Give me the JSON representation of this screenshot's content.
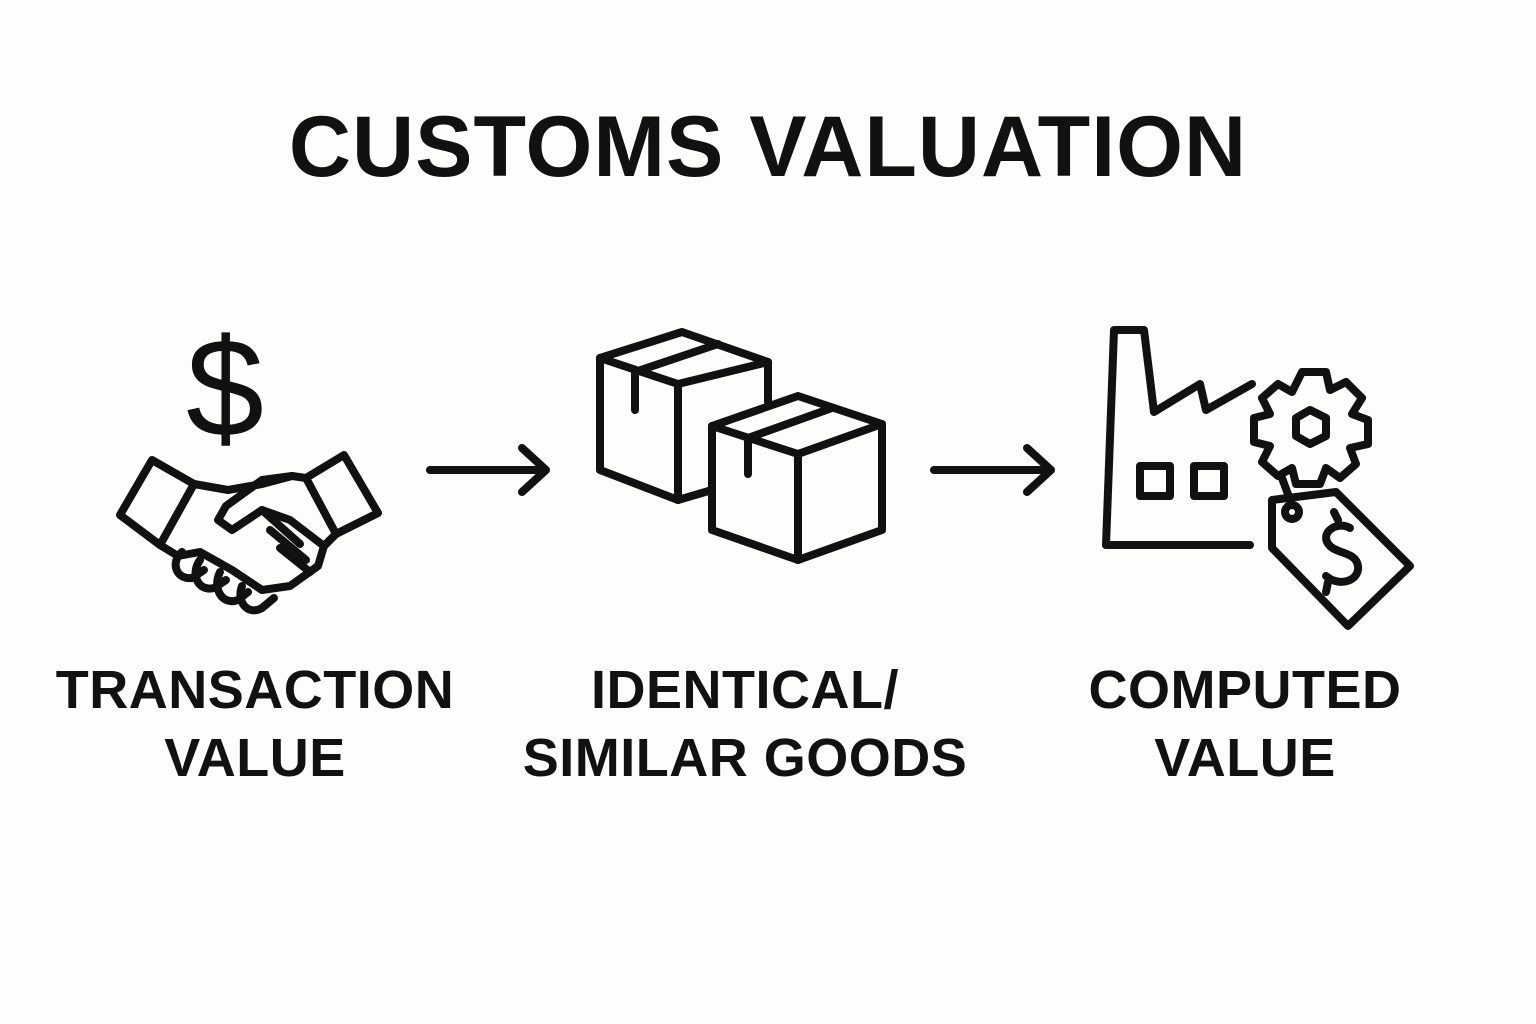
{
  "diagram": {
    "title": "CUSTOMS VALUATION",
    "steps": [
      {
        "id": "transaction-value",
        "label_lines": [
          "TRANSACTION",
          "VALUE"
        ],
        "icons": [
          "dollar-sign-icon",
          "handshake-icon"
        ]
      },
      {
        "id": "identical-similar-goods",
        "label_lines": [
          "IDENTICAL/",
          "SIMILAR GOODS"
        ],
        "icons": [
          "boxes-icon"
        ]
      },
      {
        "id": "computed-value",
        "label_lines": [
          "COMPUTED",
          "VALUE"
        ],
        "icons": [
          "factory-icon",
          "gear-icon",
          "price-tag-icon"
        ]
      }
    ],
    "connectors": [
      {
        "from": "transaction-value",
        "to": "identical-similar-goods",
        "icon": "arrow-right-icon"
      },
      {
        "from": "identical-similar-goods",
        "to": "computed-value",
        "icon": "arrow-right-icon"
      }
    ],
    "symbols": {
      "dollar": "$"
    },
    "colors": {
      "ink": "#111111",
      "background": "#fdfdfc"
    }
  }
}
